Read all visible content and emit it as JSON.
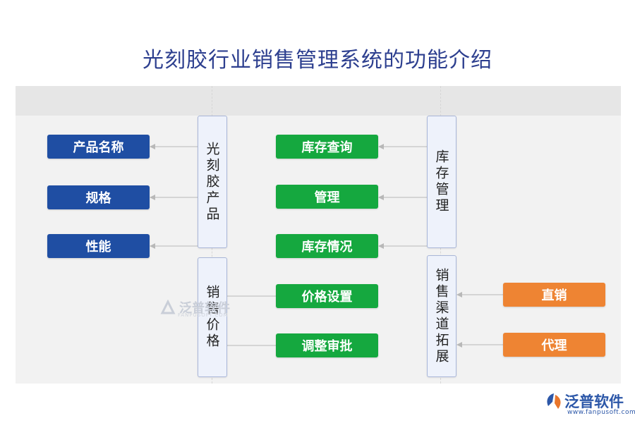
{
  "title": "光刻胶行业销售管理系统的功能介绍",
  "groups": {
    "product": {
      "label": "光刻胶产品",
      "items": [
        "产品名称",
        "规格",
        "性能"
      ]
    },
    "price": {
      "label": "销售价格",
      "items": [
        "价格设置",
        "调整审批"
      ]
    },
    "inventory": {
      "label": "库存管理",
      "items": [
        "库存查询",
        "管理",
        "库存情况"
      ]
    },
    "channel": {
      "label": "销售渠道拓展",
      "items": [
        "直销",
        "代理"
      ]
    }
  },
  "watermark": {
    "text": "泛普软件",
    "sub": "FANPUSOFT.COM"
  },
  "logo": {
    "text": "泛普软件",
    "url": "www.fanpusoft.com"
  },
  "colors": {
    "title": "#2d3f8f",
    "product_node": "#1f4ea3",
    "green_node": "#15a83f",
    "orange_node": "#ee8433",
    "category_box": "#eef2fb"
  }
}
